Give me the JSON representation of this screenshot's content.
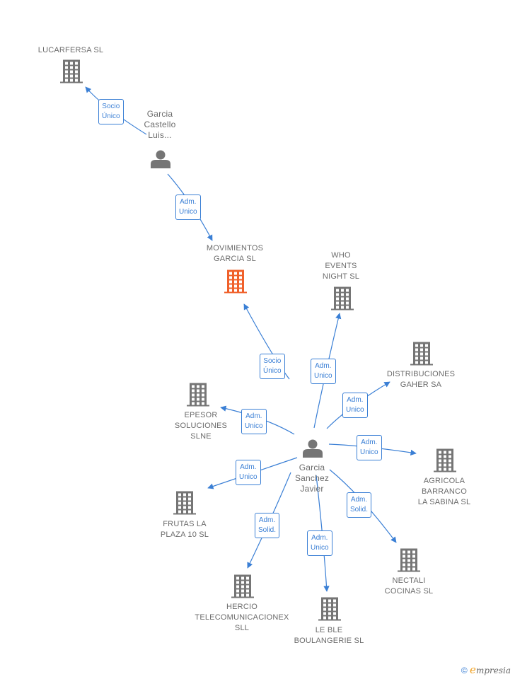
{
  "colors": {
    "edge": "#3a7fd5",
    "icon": "#757575",
    "focus": "#f0602a"
  },
  "companies": [
    {
      "id": "lucarfersa",
      "label": "LUCARFERSA SL",
      "highlight": false
    },
    {
      "id": "movimientos",
      "label": "MOVIMIENTOS\nGARCIA SL",
      "highlight": true
    },
    {
      "id": "who",
      "label": "WHO\nEVENTS\nNIGHT SL",
      "highlight": false
    },
    {
      "id": "distribuciones",
      "label": "DISTRIBUCIONES\nGAHER SA",
      "highlight": false
    },
    {
      "id": "epesor",
      "label": "EPESOR\nSOLUCIONES\nSLNE",
      "highlight": false
    },
    {
      "id": "agricola",
      "label": "AGRICOLA\nBARRANCO\nLA SABINA  SL",
      "highlight": false
    },
    {
      "id": "frutas",
      "label": "FRUTAS LA\nPLAZA 10 SL",
      "highlight": false
    },
    {
      "id": "nectali",
      "label": "NECTALI\nCOCINAS  SL",
      "highlight": false
    },
    {
      "id": "hercio",
      "label": "HERCIO\nTELECOMUNICACIONEX\nSLL",
      "highlight": false
    },
    {
      "id": "leble",
      "label": "LE BLE\nBOULANGERIE SL",
      "highlight": false
    }
  ],
  "persons": [
    {
      "id": "garcia-castello",
      "label": "Garcia\nCastello\nLuis..."
    },
    {
      "id": "garcia-sanchez",
      "label": "Garcia\nSanchez\nJavier"
    }
  ],
  "relations": [
    {
      "id": "r1",
      "from": "garcia-castello",
      "to": "lucarfersa",
      "role": "Socio\nÚnico"
    },
    {
      "id": "r2",
      "from": "garcia-castello",
      "to": "movimientos",
      "role": "Adm.\nUnico"
    },
    {
      "id": "r3",
      "from": "garcia-sanchez",
      "to": "movimientos",
      "role": "Socio\nÚnico"
    },
    {
      "id": "r4",
      "from": "garcia-sanchez",
      "to": "who",
      "role": "Adm.\nUnico"
    },
    {
      "id": "r5",
      "from": "garcia-sanchez",
      "to": "distribuciones",
      "role": "Adm.\nUnico"
    },
    {
      "id": "r6",
      "from": "garcia-sanchez",
      "to": "epesor",
      "role": "Adm.\nUnico"
    },
    {
      "id": "r7",
      "from": "garcia-sanchez",
      "to": "agricola",
      "role": "Adm.\nUnico"
    },
    {
      "id": "r8",
      "from": "garcia-sanchez",
      "to": "frutas",
      "role": "Adm.\nUnico"
    },
    {
      "id": "r9",
      "from": "garcia-sanchez",
      "to": "nectali",
      "role": "Adm.\nSolid."
    },
    {
      "id": "r10",
      "from": "garcia-sanchez",
      "to": "hercio",
      "role": "Adm.\nSolid."
    },
    {
      "id": "r11",
      "from": "garcia-sanchez",
      "to": "leble",
      "role": "Adm.\nUnico"
    }
  ],
  "footer": {
    "copyright": "©",
    "brand_e": "e",
    "brand_rest": "mpresia"
  }
}
